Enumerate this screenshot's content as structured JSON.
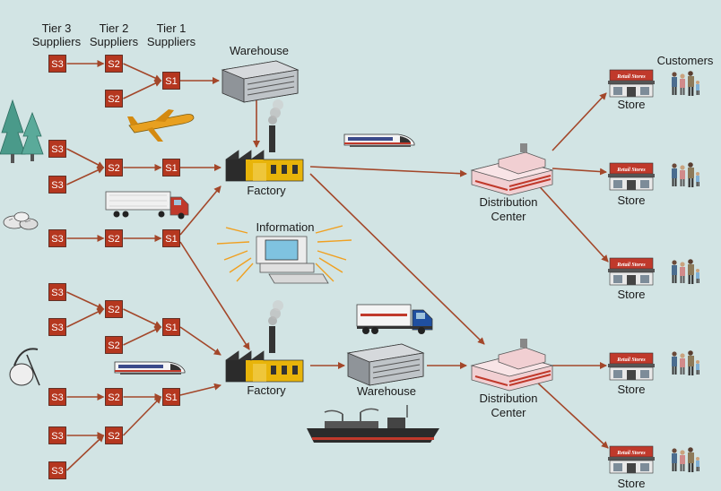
{
  "headers": {
    "tier3": [
      "Tier 3",
      "Suppliers"
    ],
    "tier2": [
      "Tier 2",
      "Suppliers"
    ],
    "tier1": [
      "Tier 1",
      "Suppliers"
    ]
  },
  "node_codes": {
    "tier3": "S3",
    "tier2": "S2",
    "tier1": "S1"
  },
  "labels": {
    "warehouse": "Warehouse",
    "factory": "Factory",
    "information": "Information",
    "distribution_center": [
      "Distribution",
      "Center"
    ],
    "store": "Store",
    "customers": "Customers",
    "store_sign": "Retail Stores"
  },
  "colors": {
    "background": "#d2e4e4",
    "node_fill": "#b5371f",
    "arrow": "#a3472a",
    "factory_yellow": "#e8b40a"
  },
  "icons": [
    "pine-trees-icon",
    "rocks-icon",
    "pickaxe-ore-icon",
    "airplane-icon",
    "truck-icon",
    "train-icon",
    "ship-icon",
    "computer-icon",
    "factory-icon",
    "warehouse-icon",
    "distribution-center-icon",
    "retail-store-icon",
    "customers-icon"
  ]
}
